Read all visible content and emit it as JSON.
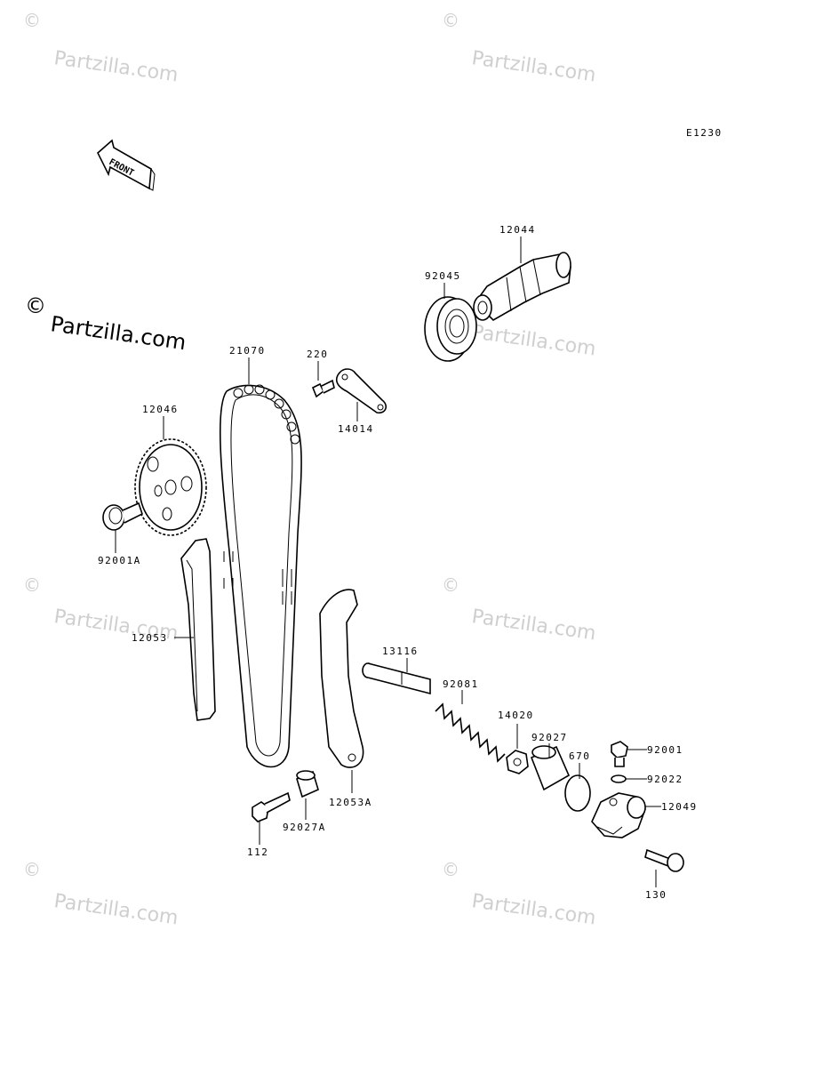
{
  "diagram_code": "E1230",
  "front_label": "FRONT",
  "watermarks": {
    "brand": "© Partzilla.com",
    "copyright_symbol": "©",
    "site": "Partzilla.com"
  },
  "parts": {
    "p12044": "12044",
    "p92045": "92045",
    "p21070": "21070",
    "p220": "220",
    "p14014": "14014",
    "p12046": "12046",
    "p92001A": "92001A",
    "p12053": "12053",
    "p13116": "13116",
    "p92081": "92081",
    "p14020": "14020",
    "p92027": "92027",
    "p670": "670",
    "p92001": "92001",
    "p92022": "92022",
    "p12049": "12049",
    "p12053A": "12053A",
    "p92027A": "92027A",
    "p112": "112",
    "p130": "130"
  },
  "colors": {
    "line": "#000000",
    "watermark": "#cfcfcf",
    "background": "#ffffff"
  }
}
